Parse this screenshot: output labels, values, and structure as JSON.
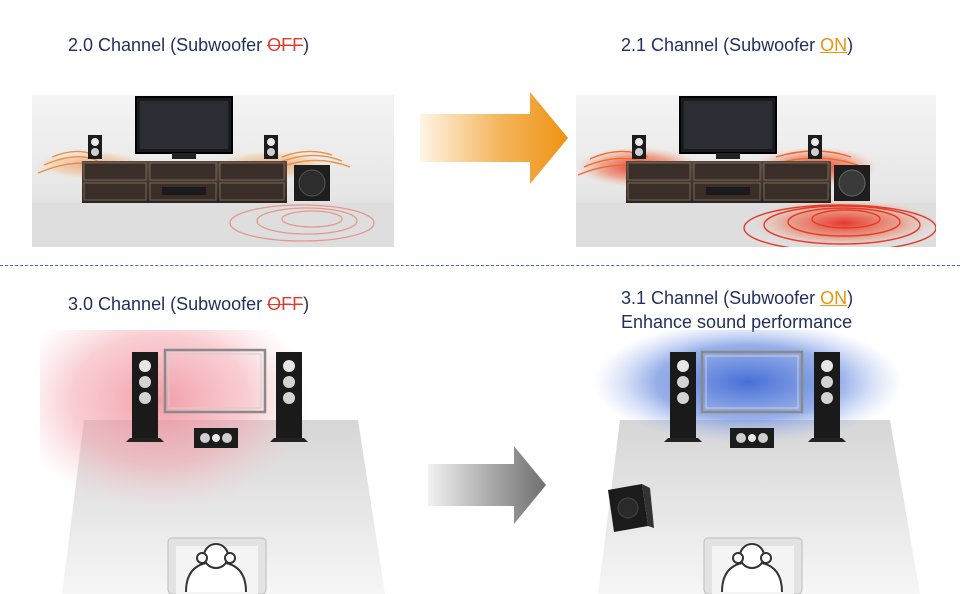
{
  "panels": {
    "top_left": {
      "caption_prefix": "2.0 Channel (Subwoofer ",
      "state": "OFF",
      "caption_suffix": ")"
    },
    "top_right": {
      "caption_prefix": "2.1 Channel (Subwoofer ",
      "state": "ON",
      "caption_suffix": ")"
    },
    "bottom_left": {
      "caption_prefix": "3.0 Channel (Subwoofer ",
      "state": "OFF",
      "caption_suffix": ")"
    },
    "bottom_right": {
      "caption_prefix": "3.1 Channel (Subwoofer ",
      "state": "ON",
      "caption_suffix": ")",
      "subcaption": "Enhance sound performance"
    }
  },
  "colors": {
    "text": "#22305e",
    "off": "#e23a2c",
    "on": "#e8950e",
    "arrow_top": "#ee9312",
    "arrow_bottom": "#7b7b7b",
    "sound_red": "#f2a0a8",
    "sound_blue": "#4f74d6"
  },
  "icons": [
    "tv-icon",
    "speaker-icon",
    "subwoofer-icon",
    "couch-icon",
    "listener-icon",
    "arrow-icon"
  ]
}
